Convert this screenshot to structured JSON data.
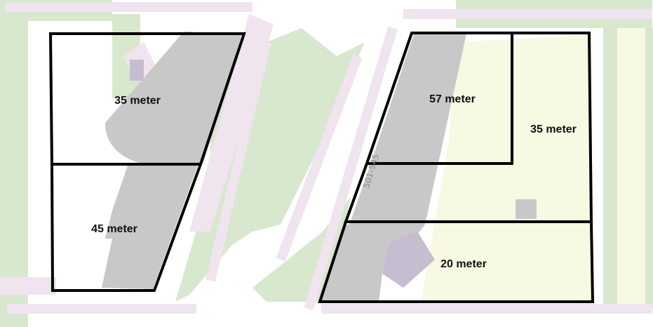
{
  "map": {
    "zones": [
      {
        "label": "35 meter"
      },
      {
        "label": "45 meter"
      },
      {
        "label": "57 meter"
      },
      {
        "label": "35 meter"
      },
      {
        "label": "20 meter"
      }
    ],
    "street_number": "501-545",
    "colors": {
      "background": "#ffffff",
      "park": "#d7e8cf",
      "open_space": "#f7f9e3",
      "sidewalk": "#f0e4ef",
      "building": "#c8c8c8",
      "building_purple": "#c7bdd1",
      "outline": "#000000"
    }
  }
}
